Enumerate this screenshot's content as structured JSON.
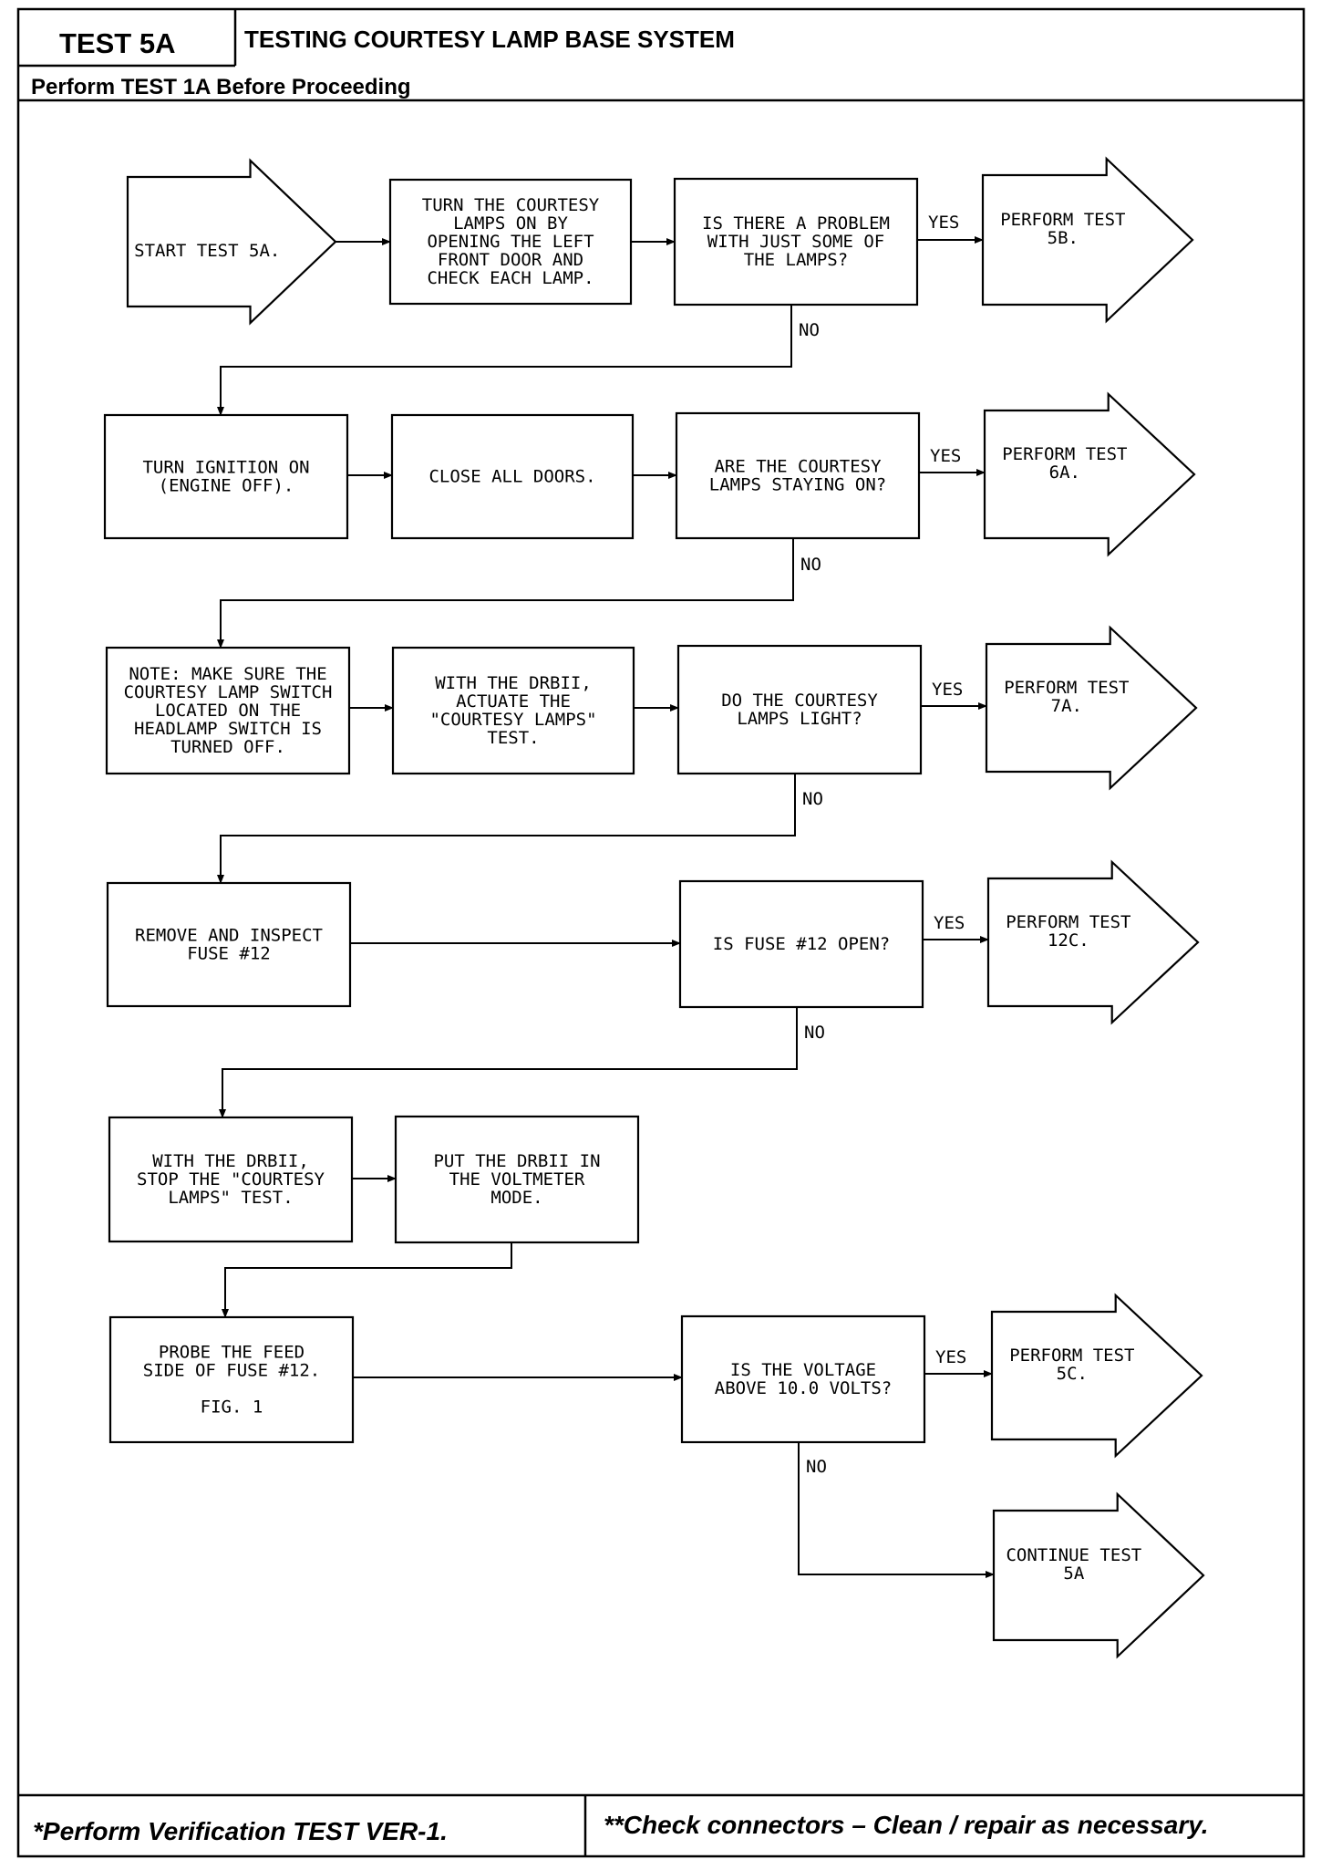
{
  "header": {
    "test_id": "TEST 5A",
    "title": "TESTING COURTESY LAMP BASE SYSTEM",
    "prerequisite": "Perform TEST 1A Before Proceeding"
  },
  "footer": {
    "left": "*Perform Verification TEST VER-1.",
    "right": "**Check connectors – Clean / repair as necessary."
  },
  "flowchart": {
    "rows": [
      {
        "start": [
          "START TEST 5A."
        ],
        "step": [
          "TURN THE COURTESY",
          "LAMPS ON BY",
          "OPENING THE LEFT",
          "FRONT DOOR AND",
          "CHECK EACH LAMP."
        ],
        "question": [
          "IS THERE A PROBLEM",
          "WITH JUST SOME OF",
          "THE LAMPS?"
        ],
        "yes_label": "YES",
        "result": [
          "PERFORM TEST",
          "5B."
        ],
        "no_label": "NO"
      },
      {
        "step1": [
          "TURN IGNITION ON",
          "(ENGINE OFF)."
        ],
        "step2": [
          "CLOSE ALL DOORS."
        ],
        "question": [
          "ARE THE COURTESY",
          "LAMPS STAYING ON?"
        ],
        "yes_label": "YES",
        "result": [
          "PERFORM TEST",
          "6A."
        ],
        "no_label": "NO"
      },
      {
        "step1": [
          "NOTE: MAKE SURE THE",
          "COURTESY LAMP SWITCH",
          "LOCATED ON THE",
          "HEADLAMP SWITCH IS",
          "TURNED OFF."
        ],
        "step2": [
          "WITH THE DRBII,",
          "ACTUATE THE",
          "\"COURTESY LAMPS\"",
          "TEST."
        ],
        "question": [
          "DO THE COURTESY",
          "LAMPS LIGHT?"
        ],
        "yes_label": "YES",
        "result": [
          "PERFORM TEST",
          "7A."
        ],
        "no_label": "NO"
      },
      {
        "step1": [
          "REMOVE AND INSPECT",
          "FUSE #12"
        ],
        "question": [
          "IS FUSE #12 OPEN?"
        ],
        "yes_label": "YES",
        "result": [
          "PERFORM TEST",
          "12C."
        ],
        "no_label": "NO"
      },
      {
        "step1": [
          "WITH THE DRBII,",
          "STOP THE \"COURTESY",
          "LAMPS\" TEST."
        ],
        "step2": [
          "PUT THE DRBII IN",
          "THE VOLTMETER",
          "MODE."
        ]
      },
      {
        "step1": [
          "PROBE THE FEED",
          "SIDE OF FUSE #12.",
          "",
          "FIG. 1"
        ],
        "question": [
          "IS THE VOLTAGE",
          "ABOVE 10.0 VOLTS?"
        ],
        "yes_label": "YES",
        "result": [
          "PERFORM TEST",
          "5C."
        ],
        "no_label": "NO",
        "continue": [
          "CONTINUE TEST",
          "5A"
        ]
      }
    ]
  }
}
